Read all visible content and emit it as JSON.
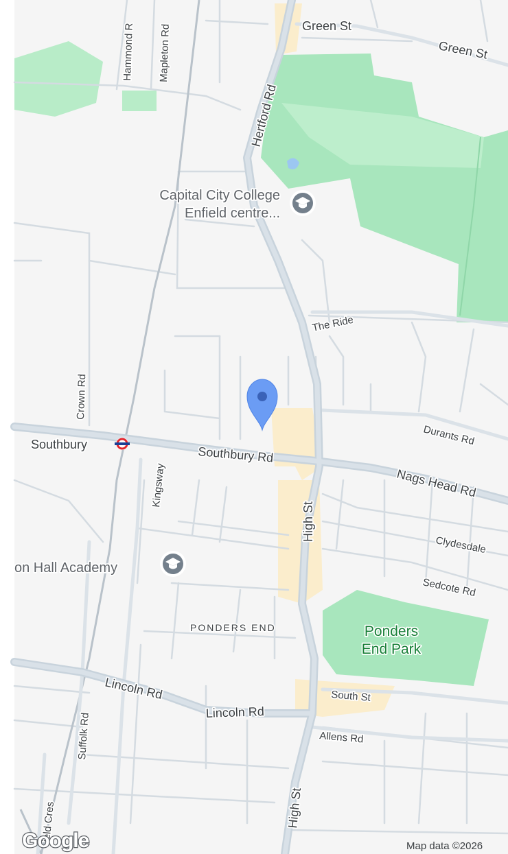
{
  "map": {
    "roads": {
      "green_st": "Green St",
      "hertford_rd": "Hertford Rd",
      "hammond": "Hammond R",
      "mapleton": "Mapleton Rd",
      "the_ride": "The Ride",
      "crown_rd": "Crown Rd",
      "southbury_rd": "Southbury Rd",
      "durants_rd": "Durants Rd",
      "nags_head_rd": "Nags Head Rd",
      "kingsway": "Kingsway",
      "high_st": "High St",
      "clydesdale": "Clydesdale",
      "sedcote_rd": "Sedcote Rd",
      "lincoln_rd": "Lincoln Rd",
      "south_st": "South St",
      "allens_rd": "Allens Rd",
      "suffolk_rd": "Suffolk Rd",
      "field_cres": "ield Cres"
    },
    "pois": {
      "college_line1": "Capital City College",
      "college_line2": "Enfield centre...",
      "academy": "on Hall Academy",
      "station": "Southbury"
    },
    "areas": {
      "ponders_end": "PONDERS END",
      "park_line1": "Ponders",
      "park_line2": "End Park"
    },
    "branding": {
      "logo": "Google",
      "attribution": "Map data ©2026"
    },
    "colors": {
      "land": "#f5f5f5",
      "park": "#a8e6bd",
      "park_light": "#c5f0d2",
      "road": "#ffffff",
      "major_road": "#c8d3dc",
      "commercial": "#fbedcc",
      "pin": "#6b9cf4",
      "tube_red": "#e3262d",
      "tube_blue": "#1c3f94"
    },
    "icons": [
      "school-icon",
      "tube-station-icon",
      "location-pin-icon"
    ]
  }
}
